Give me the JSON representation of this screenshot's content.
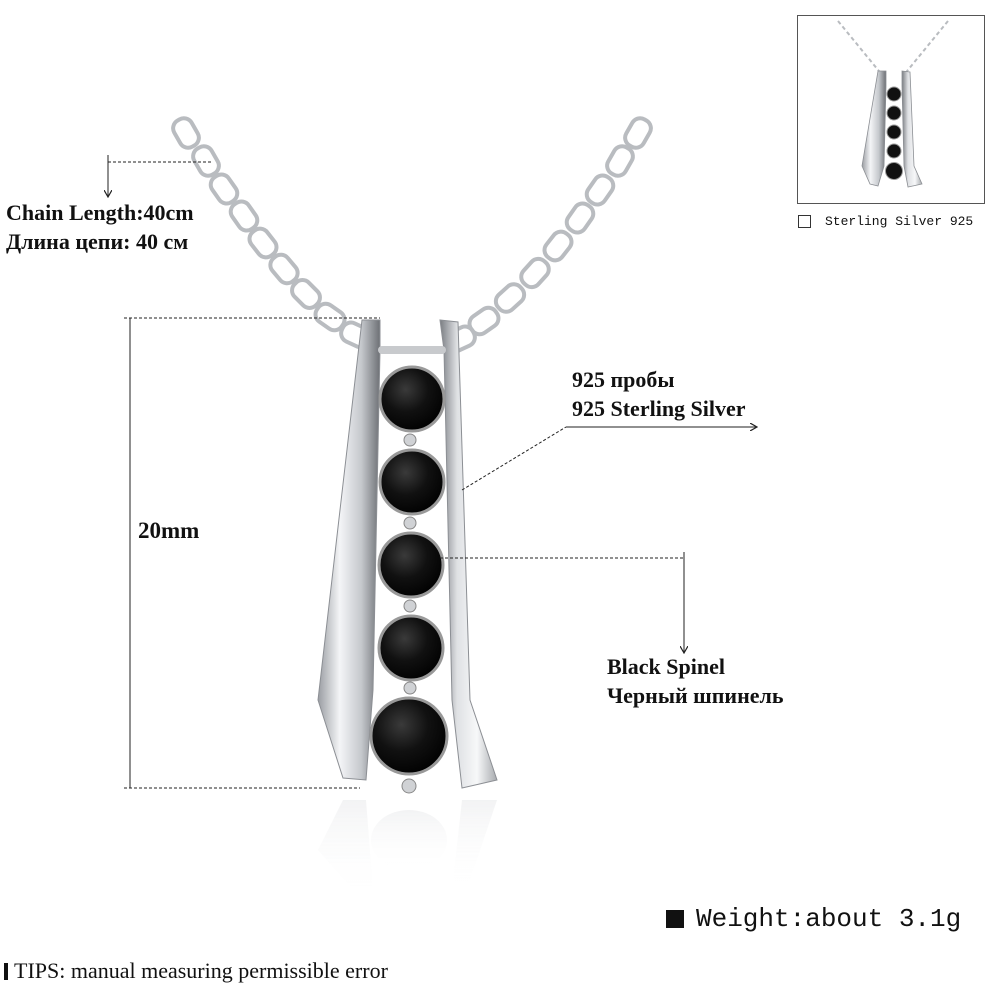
{
  "labels": {
    "chain_length_en": "Chain Length:40cm",
    "chain_length_ru": "Длина цепи: 40 см",
    "pendant_height": "20mm",
    "metal_ru": "925 пробы",
    "metal_en": "925 Sterling Silver",
    "stone_en": "Black Spinel",
    "stone_ru": "Черный шпинель"
  },
  "footer": {
    "weight": "Weight:about 3.1g",
    "tips": "TIPS: manual measuring permissible error"
  },
  "thumbnail": {
    "option_label": "Sterling Silver 925"
  },
  "colors": {
    "silver": "#d8dadd",
    "stone": "#0d0d0d",
    "guide_line": "#222222"
  }
}
